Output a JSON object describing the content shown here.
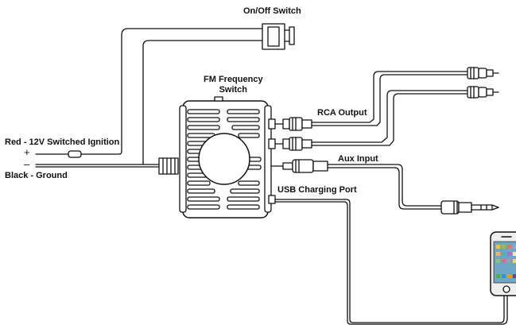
{
  "labels": {
    "on_off_switch": "On/Off Switch",
    "fm_frequency_line1": "FM Frequency",
    "fm_frequency_line2": "Switch",
    "rca_output": "RCA Output",
    "aux_input": "Aux Input",
    "usb_charging_port": "USB Charging Port",
    "red_wire": "Red - 12V Switched Ignition",
    "plus_sign": "+",
    "minus_sign": "–",
    "black_wire": "Black - Ground"
  },
  "colors": {
    "line": "#111111",
    "device_fill": "#ffffff",
    "phone_screen": "#6fa6c8"
  }
}
